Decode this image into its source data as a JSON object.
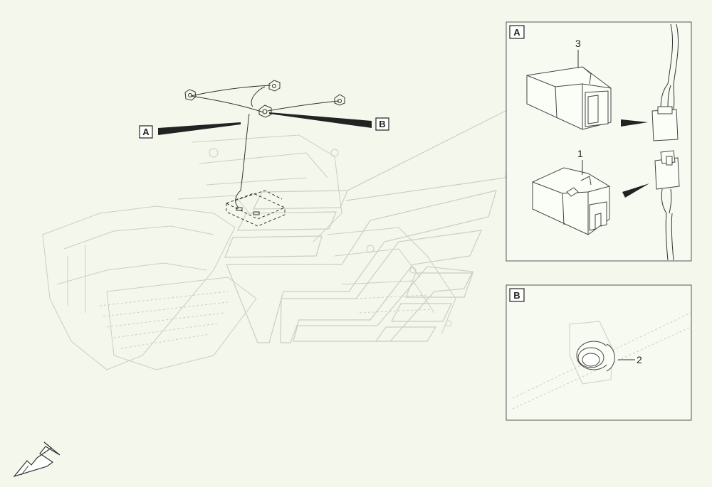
{
  "callouts": {
    "main_a": "A",
    "main_b": "B",
    "detail_a": "A",
    "detail_b": "B"
  },
  "part_numbers": {
    "part_3": "3",
    "part_1": "1",
    "part_2": "2"
  },
  "icons": {
    "orientation_arrow": "arrow-southwest-icon"
  },
  "colors": {
    "background": "#f4f8ec",
    "line": "#333333",
    "ghost": "#c9cfc0"
  }
}
